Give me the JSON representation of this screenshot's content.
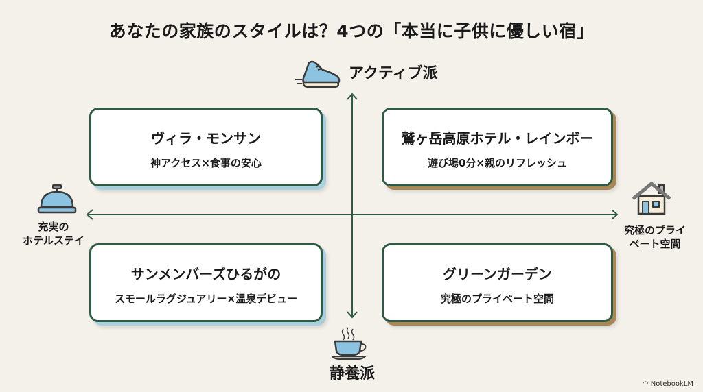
{
  "title": "あなたの家族のスタイルは？4つの「本当に子供に優しい宿」",
  "axes": {
    "top": "アクティブ派",
    "bottom": "静養派",
    "left": [
      "充実の",
      "ホテルステイ"
    ],
    "right": [
      "究極のプライ",
      "ベート空間"
    ]
  },
  "cards": [
    {
      "name": "ヴィラ・モンサン",
      "sub": "神アクセス×食事の安心"
    },
    {
      "name": "鷲ヶ岳高原ホテル・レインボー",
      "sub": "遊び場0分×親のリフレッシュ"
    },
    {
      "name": "サンメンバーズひるがの",
      "sub": "スモールラグジュアリー×温泉デビュー"
    },
    {
      "name": "グリーンガーデン",
      "sub": "究極のプライベート空間"
    }
  ],
  "colors": {
    "background": "#f3f1ea",
    "border": "#2f5a45",
    "axis": "#2f5a45",
    "shadow_left": "#a9d0dd",
    "shadow_right": "#a88757"
  },
  "brand": "NotebookLM"
}
